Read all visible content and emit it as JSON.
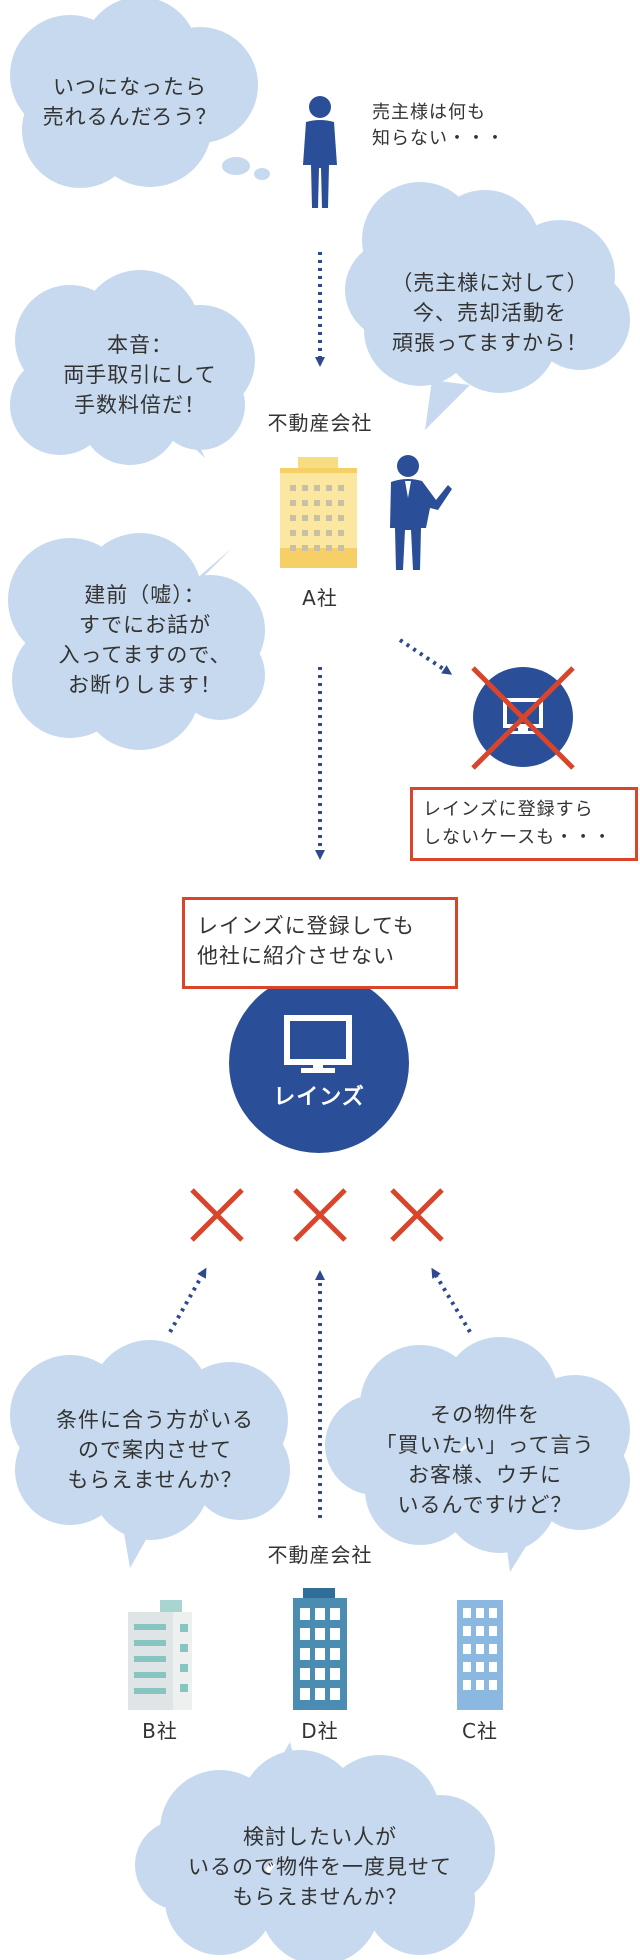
{
  "seller": {
    "thought": "いつになったら\n売れるんだろう？",
    "note": "売主様は何も\n知らない・・・"
  },
  "agent_a": {
    "claim": "（売主様に対して）\n今、売却活動を\n頑張ってますから！",
    "honne": "本音：\n両手取引にして\n手数料倍だ！",
    "header": "不動産会社",
    "name": "A社",
    "tatemae": "建前（嘘）：\nすでにお話が\n入ってますので、\nお断りします！",
    "no_register_note": "レインズに登録すら\nしないケースも・・・"
  },
  "reins": {
    "note": "レインズに登録しても\n他社に紹介させない",
    "label": "レインズ"
  },
  "other_agents": {
    "header": "不動産会社",
    "b_speech": "条件に合う方がいる\nので案内させて\nもらえませんか？",
    "c_speech": "その物件を\n「買いたい」って言う\nお客様、ウチに\nいるんですけど？",
    "d_speech": "検討したい人が\nいるので物件を一度見せて\nもらえませんか？",
    "b_name": "B社",
    "d_name": "D社",
    "c_name": "C社"
  },
  "colors": {
    "bubble": "#c7d9ee",
    "navy": "#2a4e98",
    "cross": "#d9452b",
    "dots": "#2e4a8c"
  }
}
